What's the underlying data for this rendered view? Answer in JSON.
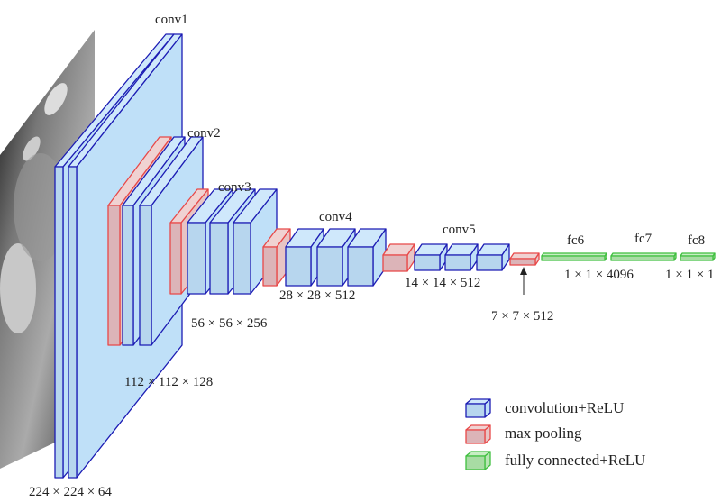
{
  "layers": {
    "conv1": "conv1",
    "conv2": "conv2",
    "conv3": "conv3",
    "conv4": "conv4",
    "conv5": "conv5",
    "fc6": "fc6",
    "fc7": "fc7",
    "fc8": "fc8"
  },
  "dims": {
    "conv1": "224 × 224 × 64",
    "conv2": "112 × 112 × 128",
    "conv3": "56 × 56 × 256",
    "conv4": "28 × 28 × 512",
    "conv5": "14 × 14 × 512",
    "pool5": "7 × 7 × 512",
    "fc67": "1 × 1 × 4096",
    "fc8": "1 × 1 × 1"
  },
  "legend": [
    {
      "label": "convolution+ReLU",
      "kind": "conv"
    },
    {
      "label": "max pooling",
      "kind": "pool"
    },
    {
      "label": "fully connected+ReLU",
      "kind": "fc"
    }
  ],
  "colors": {
    "conv": {
      "stroke": "#1c1cb4",
      "front": "#b7d6ee",
      "top": "#cfe8fb",
      "side": "#bfe0f8"
    },
    "pool": {
      "stroke": "#e84848",
      "front": "#dcb4b8",
      "top": "#f0d2d2",
      "side": "#e8c4c4"
    },
    "fc": {
      "stroke": "#3fbf3f",
      "front": "#a8dca4",
      "top": "#c8eec4",
      "side": "#b8e6b4"
    }
  }
}
